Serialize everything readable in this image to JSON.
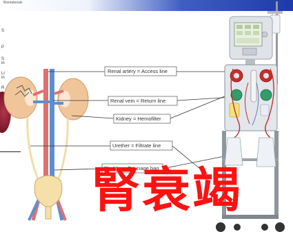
{
  "header": {
    "band_text": "Biomaterials"
  },
  "left_notes": [
    "S",
    "P",
    "S",
    "in",
    "Li",
    "in",
    "R"
  ],
  "labels": [
    "Renal artery = Access line",
    "Renal vein = Return line",
    "Kidney = Hemofilter",
    "Urether = Filtrate line",
    "Bladder = Drainage bag"
  ],
  "overlay": {
    "title": "腎衰竭"
  },
  "colors": {
    "overlay_text": "#ff1111",
    "artery": "#e06a6a",
    "vein": "#5a8fd0",
    "kidney": "#f1c59a",
    "machine_panel": "#dfe3e8"
  }
}
